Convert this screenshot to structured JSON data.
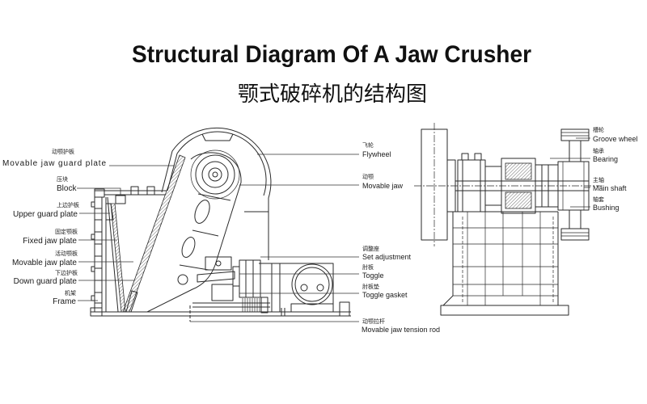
{
  "title": "Structural Diagram Of A Jaw Crusher",
  "subtitle": "颚式破碎机的结构图",
  "side_view": {
    "left_labels": [
      {
        "cn": "动颚护板",
        "en": "Movable jaw guard plate"
      },
      {
        "cn": "压块",
        "en": "Block"
      },
      {
        "cn": "上边护板",
        "en": "Upper guard plate"
      },
      {
        "cn": "固定颚板",
        "en": "Fixed jaw plate"
      },
      {
        "cn": "活动颚板",
        "en": "Movable jaw plate"
      },
      {
        "cn": "下边护板",
        "en": "Down guard plate"
      },
      {
        "cn": "机架",
        "en": "Frame"
      }
    ],
    "right_labels": [
      {
        "cn": "飞轮",
        "en": "Flywheel"
      },
      {
        "cn": "动颚",
        "en": "Movable jaw"
      },
      {
        "cn": "调整座",
        "en": "Set adjustment"
      },
      {
        "cn": "肘板",
        "en": "Toggle"
      },
      {
        "cn": "肘板垫",
        "en": "Toggle gasket"
      },
      {
        "cn": "动颚拉杆",
        "en": "Movable jaw tension rod"
      }
    ]
  },
  "front_view": {
    "labels": [
      {
        "cn": "槽轮",
        "en": "Groove wheel"
      },
      {
        "cn": "轴承",
        "en": "Bearing"
      },
      {
        "cn": "主轴",
        "en": "Main shaft"
      },
      {
        "cn": "轴套",
        "en": "Bushing"
      }
    ]
  },
  "colors": {
    "background": "#ffffff",
    "line": "#2a2a2a",
    "text": "#1a1a1a"
  }
}
